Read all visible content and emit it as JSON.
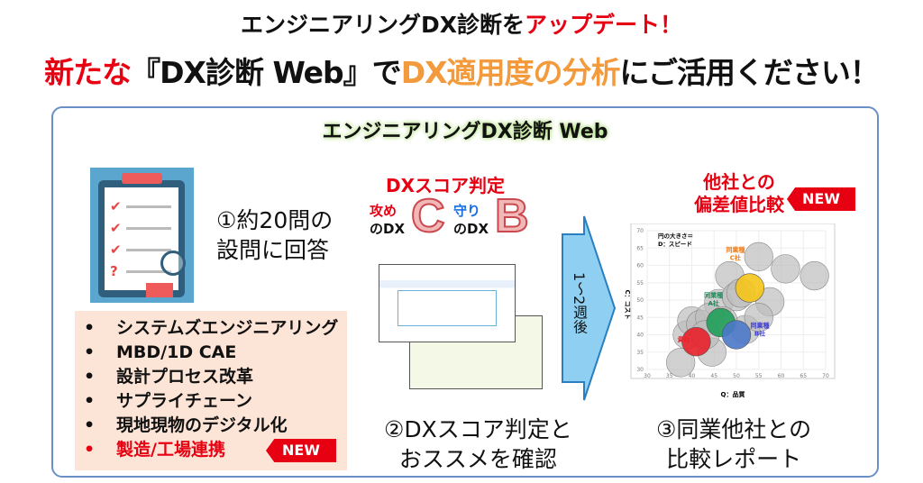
{
  "header": {
    "line1_part1": "エンジニアリングDX診断を",
    "line1_part2": "アップデート！",
    "line2_part1": "新たな",
    "line2_part2": "『DX診断 Web』で",
    "line2_part3": "DX適用度の分析",
    "line2_part4": "にご活用ください！"
  },
  "panel": {
    "title": "エンジニアリングDX診断 Web",
    "step1": {
      "line1": "①約20問の",
      "line2": "設問に回答"
    },
    "topics": [
      "システムズエンジニアリング",
      "MBD/1D CAE",
      "設計プロセス改革",
      "サプライチェーン",
      "現地現物のデジタル化",
      "製造/工場連携"
    ],
    "new_label": "NEW",
    "score": {
      "title": "DXスコア判定",
      "offense_label": "攻め",
      "defense_label": "守り",
      "dx_label": "のDX",
      "offense_grade": "C",
      "defense_grade": "B"
    },
    "arrow_text": "1〜2週後",
    "step2": {
      "line1": "②DXスコア判定と",
      "line2": "おススメを確認"
    },
    "compare": {
      "line1": "他社との",
      "line2": "偏差値比較"
    },
    "step3": {
      "line1": "③同業他社との",
      "line2": "比較レポート"
    }
  },
  "chart_data": {
    "type": "scatter",
    "subtype": "bubble",
    "xlabel": "Q：品質",
    "ylabel": "C：コスト",
    "size_note_line1": "円の大きさ＝",
    "size_note_line2": "D：スピード",
    "xlim": [
      30,
      70
    ],
    "ylim": [
      30,
      70
    ],
    "xticks": [
      30,
      35,
      40,
      45,
      50,
      55,
      60,
      65,
      70
    ],
    "yticks": [
      30,
      35,
      40,
      45,
      50,
      55,
      60,
      65,
      70
    ],
    "grid": true,
    "others": [
      [
        37.5,
        32
      ],
      [
        39,
        40
      ],
      [
        40,
        44
      ],
      [
        42,
        43
      ],
      [
        44.5,
        35
      ],
      [
        46,
        49
      ],
      [
        44,
        45
      ],
      [
        48.5,
        57
      ],
      [
        50,
        51
      ],
      [
        52,
        41.5
      ],
      [
        55,
        62.5
      ],
      [
        57.5,
        49.5
      ],
      [
        61,
        59
      ],
      [
        67.5,
        57
      ],
      [
        55,
        45
      ],
      [
        47,
        44
      ],
      [
        51,
        52
      ],
      [
        43,
        40
      ]
    ],
    "highlights": [
      {
        "name": "貴社",
        "x": 41,
        "y": 38,
        "color": "#e8202a",
        "label_color": "#e8202a",
        "label1": "貴社",
        "label2": ""
      },
      {
        "name": "同業種A社",
        "x": 46.5,
        "y": 43.5,
        "color": "#1f9e5a",
        "label_color": "#1f8a5a",
        "label1": "同業種",
        "label2": "A社"
      },
      {
        "name": "同業種B社",
        "x": 50,
        "y": 40,
        "color": "#4a78c8",
        "label_color": "#3a3ad0",
        "label1": "同業種",
        "label2": "B社"
      },
      {
        "name": "同業種C社",
        "x": 53,
        "y": 53.5,
        "color": "#f5c518",
        "label_color": "#f07a10",
        "label1": "同業種",
        "label2": "C社"
      }
    ],
    "bubble_size": 3.2
  }
}
